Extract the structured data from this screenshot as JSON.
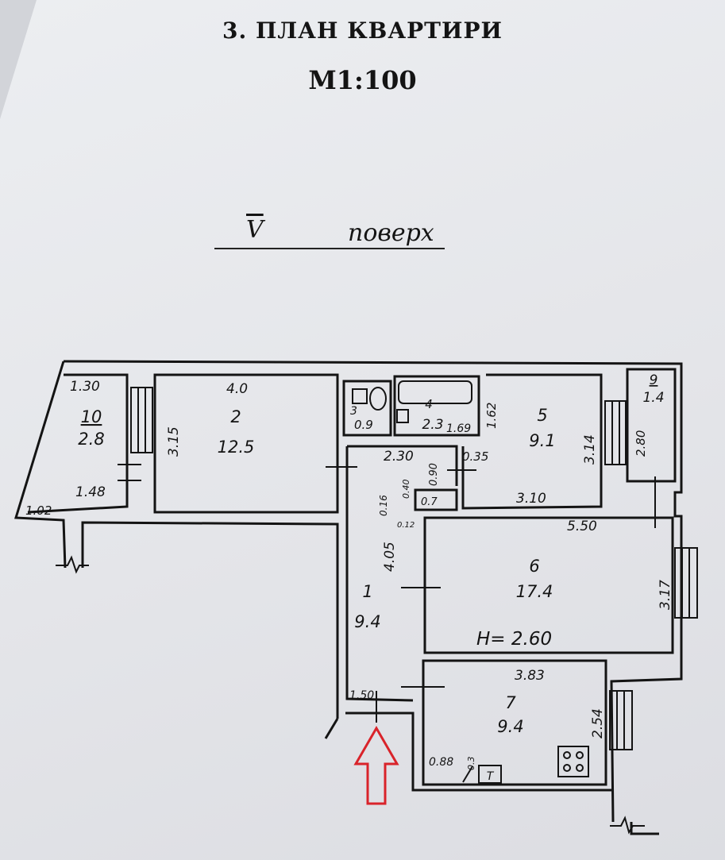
{
  "header": {
    "title": "3. ПЛАН КВАРТИРИ",
    "scale": "М1:100",
    "floor_number": "V",
    "floor_word": "поверх"
  },
  "rooms": [
    {
      "number": "1",
      "area": "9.4"
    },
    {
      "number": "2",
      "area": "12.5"
    },
    {
      "number": "4",
      "area": "2.3"
    },
    {
      "number": "5",
      "area": "9.1"
    },
    {
      "number": "6",
      "area": "17.4"
    },
    {
      "number": "7",
      "area": "9.4"
    },
    {
      "number": "9",
      "area": "1.4"
    },
    {
      "number": "10",
      "area": "2.8"
    }
  ],
  "small_areas": {
    "wc": "0.9",
    "closet": "0.7"
  },
  "dimensions": {
    "room10_top": "1.30",
    "room10_mid": "1.48",
    "room10_bottom": "1.02",
    "room2_width": "4.0",
    "room2_depth": "3.15",
    "wc_left": "3",
    "bath_right": "1.69",
    "room5_left": "1.62",
    "room5_depth": "3.14",
    "room5_width": "3.10",
    "corridor_top": "2.30",
    "corridor_gap": "0.35",
    "corridor_small1": "0.90",
    "corridor_small2": "0.40",
    "corridor_small3": "0.16",
    "corridor_small4": "0.12",
    "corridor_length": "4.05",
    "room6_width": "5.50",
    "room6_depth": "3.17",
    "ceiling_height": "H= 2.60",
    "room9_depth": "2.80",
    "room7_width": "3.83",
    "room7_depth": "2.54",
    "room7_small": "0.88",
    "room7_small2": "0.3",
    "hall_width": "1.50"
  },
  "fixture_labels": {
    "boiler": "Т"
  },
  "colors": {
    "ink": "#141414",
    "entrance_arrow": "#d9232a",
    "paper": "#e6e7ea"
  }
}
